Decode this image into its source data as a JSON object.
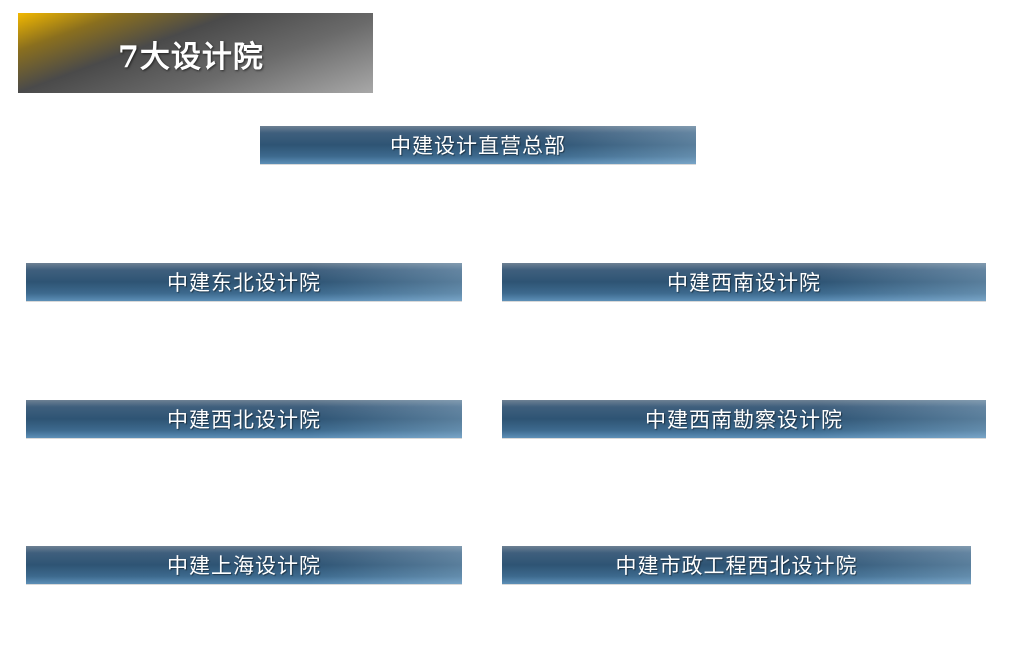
{
  "header": {
    "title": "7大设计院"
  },
  "org": {
    "headquarters": "中建设计直营总部",
    "institutes": [
      "中建东北设计院",
      "中建西南设计院",
      "中建西北设计院",
      "中建西南勘察设计院",
      "中建上海设计院",
      "中建市政工程西北设计院"
    ]
  },
  "colors": {
    "title_gold": "#f2b800",
    "title_gray": "#6a6a6a",
    "box_blue": "#2e5474",
    "box_light_blue": "#5d8fb7",
    "text": "#ffffff"
  }
}
